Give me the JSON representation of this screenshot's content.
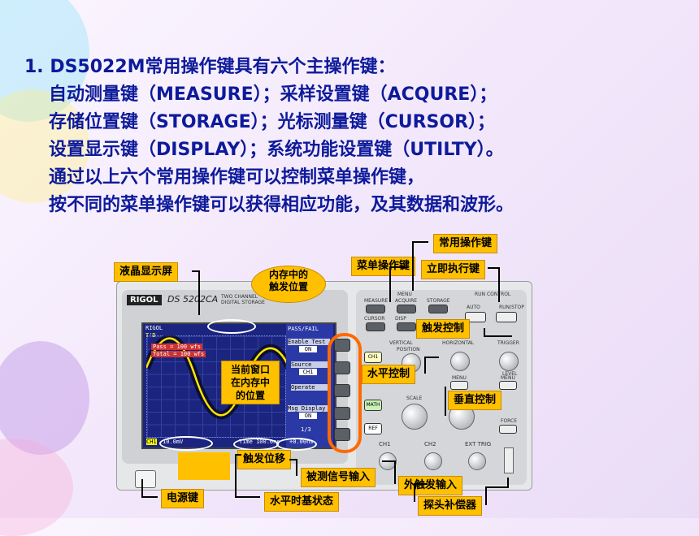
{
  "text": {
    "line1": "1. DS5022M常用操作键具有六个主操作键：",
    "line2": "自动测量键（MEASURE）；采样设置键（ACQURE）；",
    "line3": "存储位置键（STORAGE）；光标测量键（CURSOR）；",
    "line4": "设置显示键（DISPLAY）；系统功能设置键（UTILTY）。",
    "line5": "通过以上六个常用操作键可以控制菜单操作键，",
    "line6": "按不同的菜单操作键可以获得相应功能，及其数据和波形。"
  },
  "labels": {
    "common_keys": "常用操作键",
    "menu_keys": "菜单操作键",
    "run_key": "立即执行键",
    "lcd": "液晶显示屏",
    "trigger_in_memory_1": "内存中的",
    "trigger_in_memory_2": "触发位置",
    "window_1": "当前窗口",
    "window_2": "在内存中",
    "window_3": "的位置",
    "trigger_ctrl": "触发控制",
    "horizontal_ctrl": "水平控制",
    "vertical_ctrl": "垂直控制",
    "trigger_shift": "触发位移",
    "signal_input": "被测信号输入",
    "ext_trigger_input": "外触发输入",
    "power_key": "电源键",
    "timebase_status": "水平时基状态",
    "probe_comp": "探头补偿器"
  },
  "scope": {
    "brand": "RIGOL",
    "model": "DS 5202CA",
    "sub1": "TWO CHANNEL",
    "sub2": "DIGITAL STORAGE",
    "screen_tl": "RIGOL",
    "screen_td": "T'D",
    "pass": "Pass = 100 wfs",
    "total": "Total = 100 wfs",
    "menu_title": "PASS/FAIL",
    "menu_enable": "Enable Test",
    "menu_on": "ON",
    "menu_source": "Source",
    "menu_ch1": "CH1",
    "menu_operate": "Operate",
    "menu_msg": "Msg Display",
    "menu_on2": "ON",
    "menu_page": "1/3",
    "status_ch": "CH1",
    "status_volt": "10.0mV",
    "status_time": "Time 100.0ns",
    "status_trig": "+0.00ns",
    "btn_measure": "MEASURE",
    "btn_acquire": "ACQUIRE",
    "btn_storage": "STORAGE",
    "btn_cursor": "CURSOR",
    "btn_display": "DISP",
    "menu_group": "MENU",
    "run_control": "RUN CONTROL",
    "auto": "AUTO",
    "run_stop": "RUN/STOP",
    "vertical": "VERTICAL",
    "horizontal": "HORIZONTAL",
    "trigger": "TRIGGER",
    "position": "POSITION",
    "menu": "MENU",
    "level": "LEVEL",
    "ch1_btn": "CH1",
    "math_btn": "MATH",
    "ref_btn": "REF",
    "scale": "SCALE",
    "force": "FORCE",
    "in_ch1": "CH1",
    "in_ch2": "CH2",
    "ext_trig": "EXT TRIG"
  },
  "colors": {
    "title_text": "#0d1a9a",
    "label_bg": "#ffc000",
    "ellipse": "#ff6a00",
    "screen_bg": "#1e2a8a"
  }
}
